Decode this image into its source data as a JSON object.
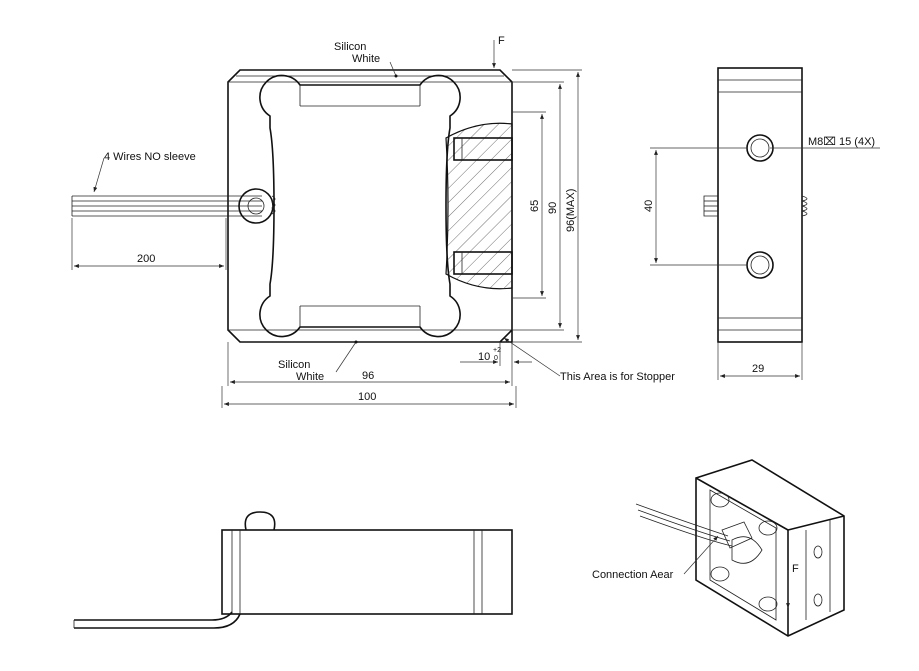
{
  "labels": {
    "wires": "4 Wires NO sleeve",
    "silicon_top": "Silicon",
    "white_top": "White",
    "force_top": "F",
    "silicon_bottom": "Silicon",
    "white_bottom": "White",
    "stopper": "This Area is for Stopper",
    "thread": "M8⌧ 15 (4X)",
    "connection": "Connection Aear",
    "force_iso": "F"
  },
  "dimensions": {
    "cable_length": "200",
    "inner_width": "96",
    "overall_width": "100",
    "stopper_gap": "10",
    "tol_upper": "+2",
    "tol_lower": "0",
    "dim_65": "65",
    "dim_90": "90",
    "height_max": "96(MAX)",
    "hole_spacing": "40",
    "thickness": "29"
  }
}
